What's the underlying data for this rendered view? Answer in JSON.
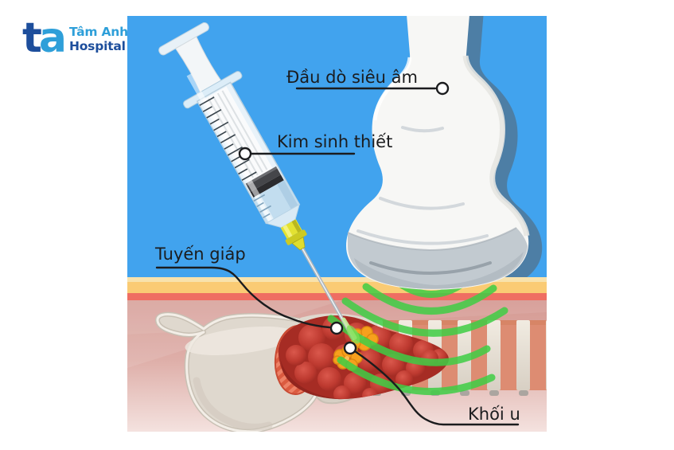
{
  "brand": {
    "logo_mark_t": "t",
    "logo_mark_a": "a",
    "hospital_name_line1": "Tâm Anh",
    "hospital_name_line2": "Hospital"
  },
  "figure": {
    "labels": {
      "ultrasound_probe": "Đầu dò siêu âm",
      "biopsy_needle": "Kim sinh thiết",
      "thyroid_gland": "Tuyến giáp",
      "tumor": "Khối u"
    },
    "parts": [
      "ultrasound-probe",
      "biopsy-syringe",
      "biopsy-needle",
      "skin-layers",
      "thyroid-cartilage",
      "thyroid-gland",
      "tumor",
      "trachea-rings",
      "ultrasound-waves"
    ],
    "colors": {
      "background_blue": "#41A3EE",
      "skin_yellow": "#FACB74",
      "skin_red_line": "#EF6E62",
      "tissue_pink": "#D59A93",
      "thyroid_red": "#A62C24",
      "tumor_orange": "#F7A01D",
      "wave_green": "#3FCE45",
      "cartilage_beige": "#DFD8CE",
      "trachea_salmon": "#DD8C72",
      "probe_shadow_blue": "#4D7EA5",
      "label_ink": "#1B1C1E",
      "logo_dark_blue": "#1D4E9C",
      "logo_light_blue": "#2E9FD9"
    }
  }
}
